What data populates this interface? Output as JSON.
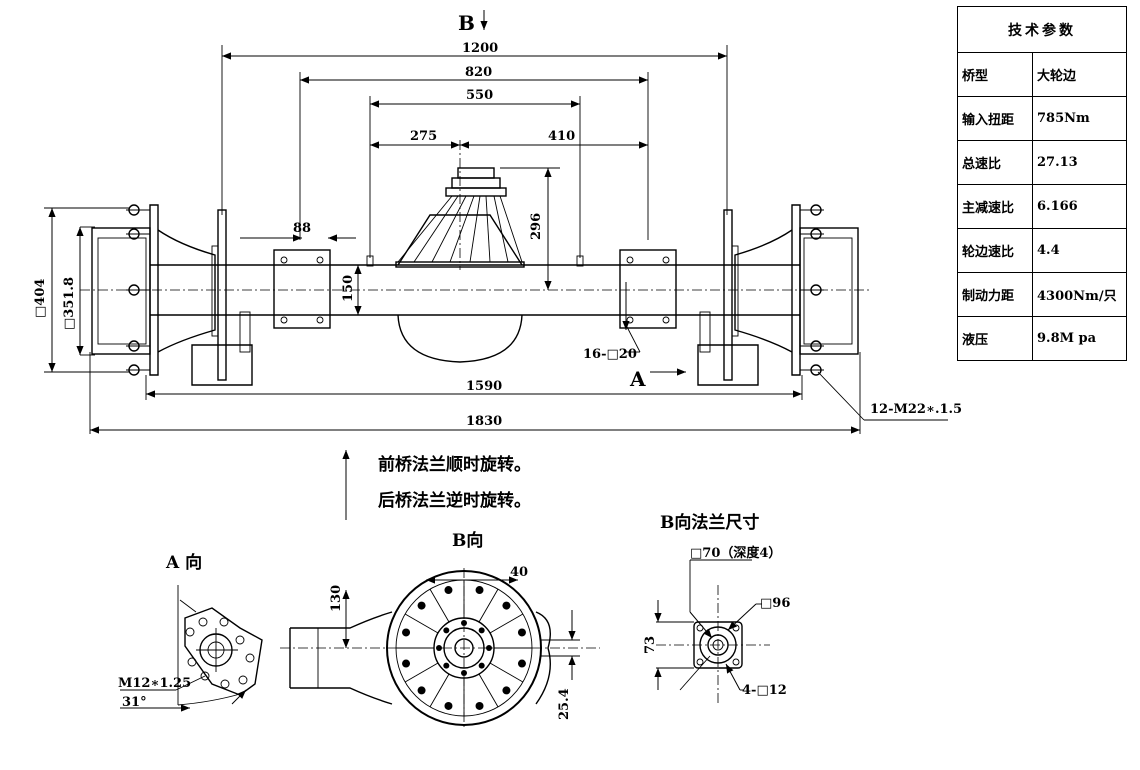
{
  "title_marker": "B",
  "dimensions": {
    "d1200": "1200",
    "d820": "820",
    "d550": "550",
    "d275": "275",
    "d410": "410",
    "d296": "296",
    "d88": "88",
    "d150": "150",
    "d404": "□404",
    "d351": "□351.8",
    "d1590": "1590",
    "d1830": "1830",
    "holes": "16-□20",
    "bolts": "12-M22∗.1.5",
    "view_a_marker": "A"
  },
  "notes": {
    "line1": "前桥法兰顺时旋转。",
    "line2": "后桥法兰逆时旋转。"
  },
  "view_a": {
    "label": "A 向",
    "thread": "M12∗1.25",
    "angle": "31°"
  },
  "view_b": {
    "label": "B向",
    "d40": "40",
    "d130": "130",
    "d254": "25.4"
  },
  "flange": {
    "label": "B向法兰尺寸",
    "d70": "□70（深度4）",
    "d96": "□96",
    "d73": "73",
    "holes": "4-□12"
  },
  "spec_table": {
    "header": "技术参数",
    "rows": [
      {
        "key": "桥型",
        "value": "大轮边"
      },
      {
        "key": "输入扭距",
        "value": "785Nm"
      },
      {
        "key": "总速比",
        "value": "27.13"
      },
      {
        "key": "主减速比",
        "value": "6.166"
      },
      {
        "key": "轮边速比",
        "value": "4.4"
      },
      {
        "key": "制动力距",
        "value": "4300Nm/只"
      },
      {
        "key": "液压",
        "value": "9.8M pa"
      }
    ]
  }
}
